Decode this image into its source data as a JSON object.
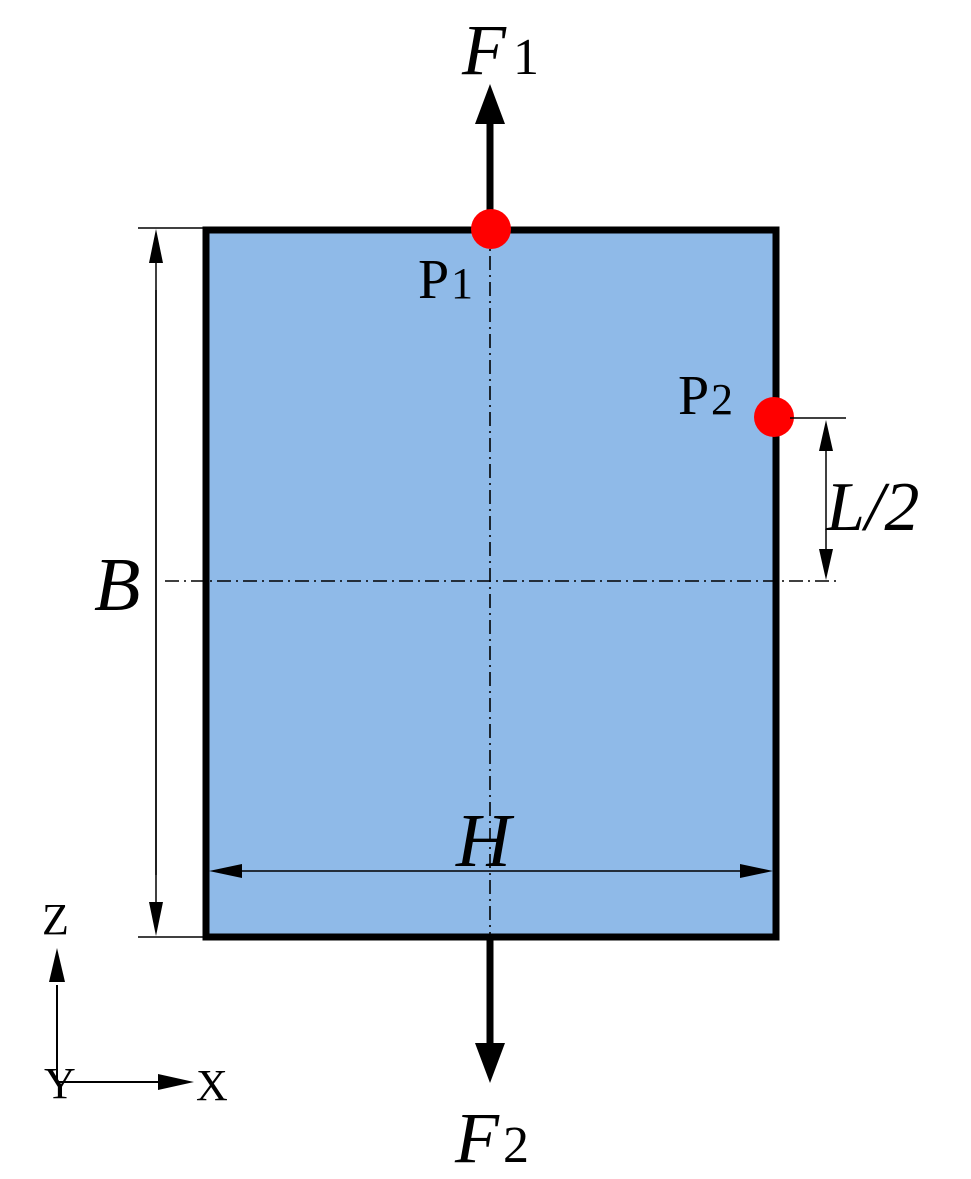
{
  "labels": {
    "force_top": "F",
    "force_top_sub": "1",
    "force_bottom": "F",
    "force_bottom_sub": "2",
    "point_top": "P",
    "point_top_sub": "1",
    "point_side": "P",
    "point_side_sub": "2",
    "dim_height": "B",
    "dim_width": "H",
    "dim_offset": "L/2",
    "axis_z": "Z",
    "axis_x": "X",
    "axis_y": "Y"
  },
  "colors": {
    "body_fill": "#8fbae8",
    "outline": "#000000",
    "point": "#ff0000"
  }
}
